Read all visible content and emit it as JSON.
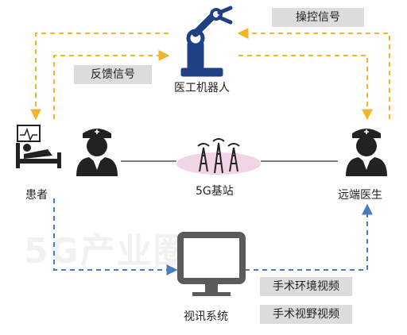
{
  "nodes": {
    "robot": "医工机器人",
    "patient": "患者",
    "base_station": "5G基站",
    "remote_doctor": "远端医生",
    "video_system": "视讯系统"
  },
  "tags": {
    "control_signal": "操控信号",
    "feedback_signal": "反馈信号",
    "surgery_env_video": "手术环境视频",
    "surgery_view_video": "手术视野视频"
  },
  "watermark": "5G产业圈",
  "colors": {
    "dashed_top": "#f3b52a",
    "dashed_bottom": "#4a7cc4",
    "robot": "#1f3f86",
    "icons": "#222222",
    "tower_glow": "#efd5e6",
    "monitor": "#5b5b5b",
    "tag_bg": "#dcdcdc"
  }
}
